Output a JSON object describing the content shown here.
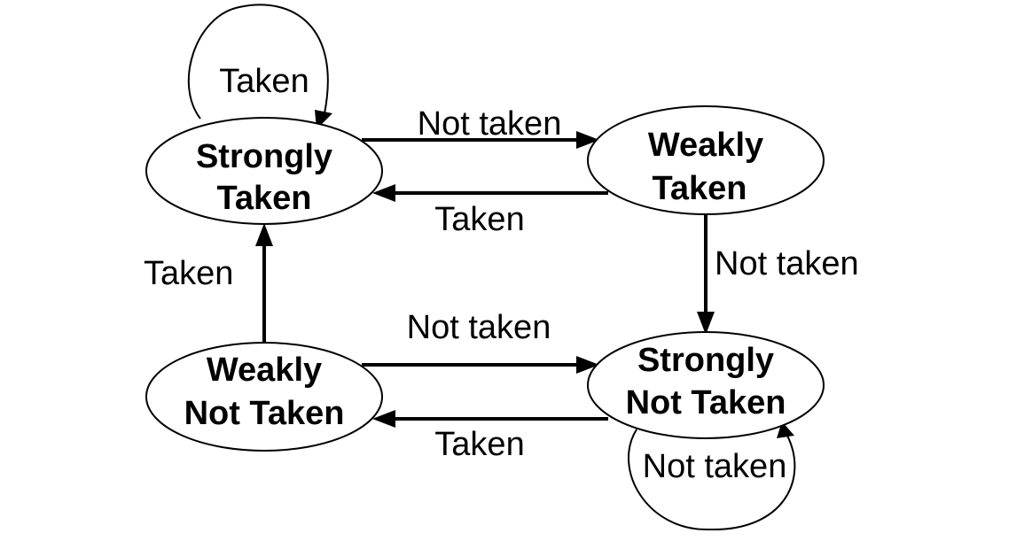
{
  "states": {
    "strongly_taken": {
      "line1": "Strongly",
      "line2": "Taken"
    },
    "weakly_taken": {
      "line1": "Weakly",
      "line2": "Taken"
    },
    "weakly_not_taken": {
      "line1": "Weakly",
      "line2": "Not Taken"
    },
    "strongly_not_taken": {
      "line1": "Strongly",
      "line2": "Not Taken"
    }
  },
  "transitions": {
    "st_self_loop": "Taken",
    "st_to_wt": "Not taken",
    "wt_to_st": "Taken",
    "wt_to_snt": "Not taken",
    "wnt_to_st": "Taken",
    "wnt_to_snt": "Not taken",
    "snt_to_wnt": "Taken",
    "snt_self_loop": "Not taken"
  },
  "colors": {
    "stroke": "#000000",
    "fill": "#ffffff",
    "text": "#000000"
  }
}
